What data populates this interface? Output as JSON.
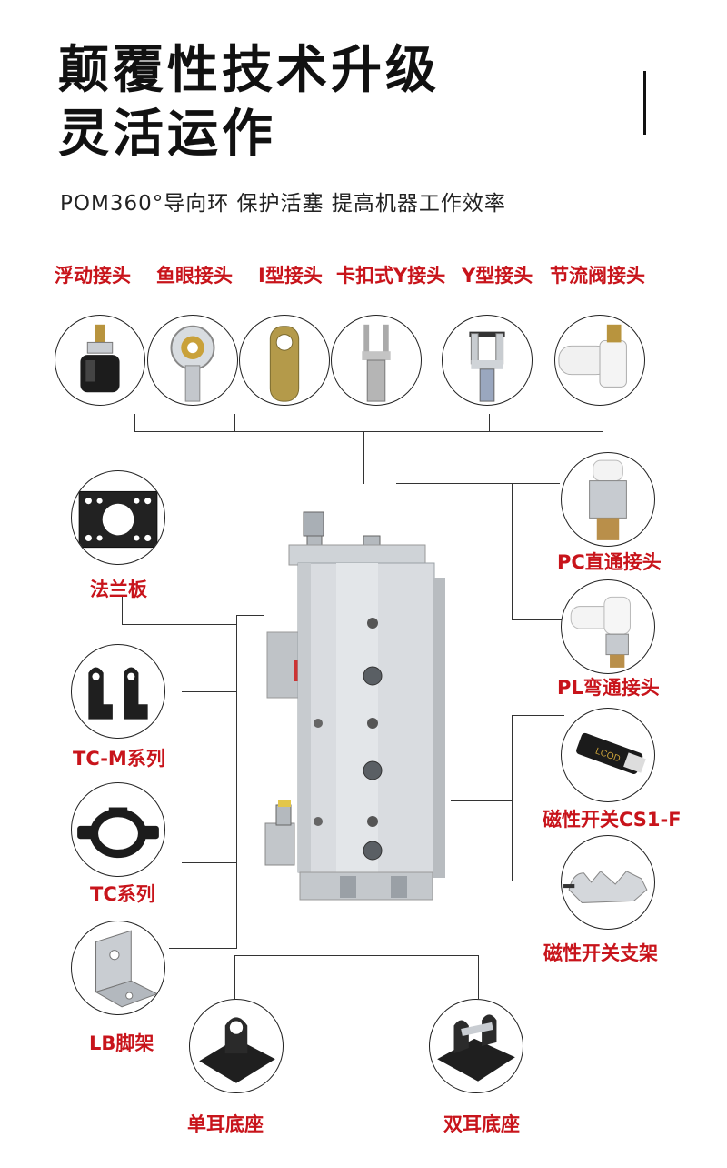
{
  "header": {
    "title_line1": "颠覆性技术升级",
    "title_line2": "灵活运作",
    "subtitle": "POM360°导向环 保护活塞 提高机器工作效率"
  },
  "top_accessories": [
    {
      "label": "浮动接头",
      "icon": "floating-joint-icon"
    },
    {
      "label": "鱼眼接头",
      "icon": "rod-end-icon"
    },
    {
      "label": "I型接头",
      "icon": "i-joint-icon"
    },
    {
      "label": "卡扣式Y接头",
      "icon": "clip-y-joint-icon"
    },
    {
      "label": "Y型接头",
      "icon": "y-joint-icon"
    },
    {
      "label": "节流阀接头",
      "icon": "throttle-valve-icon"
    }
  ],
  "left_accessories": [
    {
      "label": "法兰板",
      "icon": "flange-plate-icon"
    },
    {
      "label": "TC-M系列",
      "icon": "tc-m-bracket-icon"
    },
    {
      "label": "TC系列",
      "icon": "tc-clamp-icon"
    },
    {
      "label": "LB脚架",
      "icon": "lb-foot-bracket-icon"
    }
  ],
  "right_accessories": [
    {
      "label": "PC直通接头",
      "icon": "pc-straight-fitting-icon"
    },
    {
      "label": "PL弯通接头",
      "icon": "pl-elbow-fitting-icon"
    },
    {
      "label": "磁性开关CS1-F",
      "icon": "magnetic-switch-icon"
    },
    {
      "label": "磁性开关支架",
      "icon": "switch-bracket-icon"
    }
  ],
  "bottom_accessories": [
    {
      "label": "单耳底座",
      "icon": "single-ear-base-icon"
    },
    {
      "label": "双耳底座",
      "icon": "double-ear-base-icon"
    }
  ],
  "product": {
    "icon": "slide-cylinder-icon",
    "sensor_text": "LCOD"
  },
  "colors": {
    "label_red": "#c8141b",
    "title_black": "#111111",
    "line_gray": "#333333"
  }
}
